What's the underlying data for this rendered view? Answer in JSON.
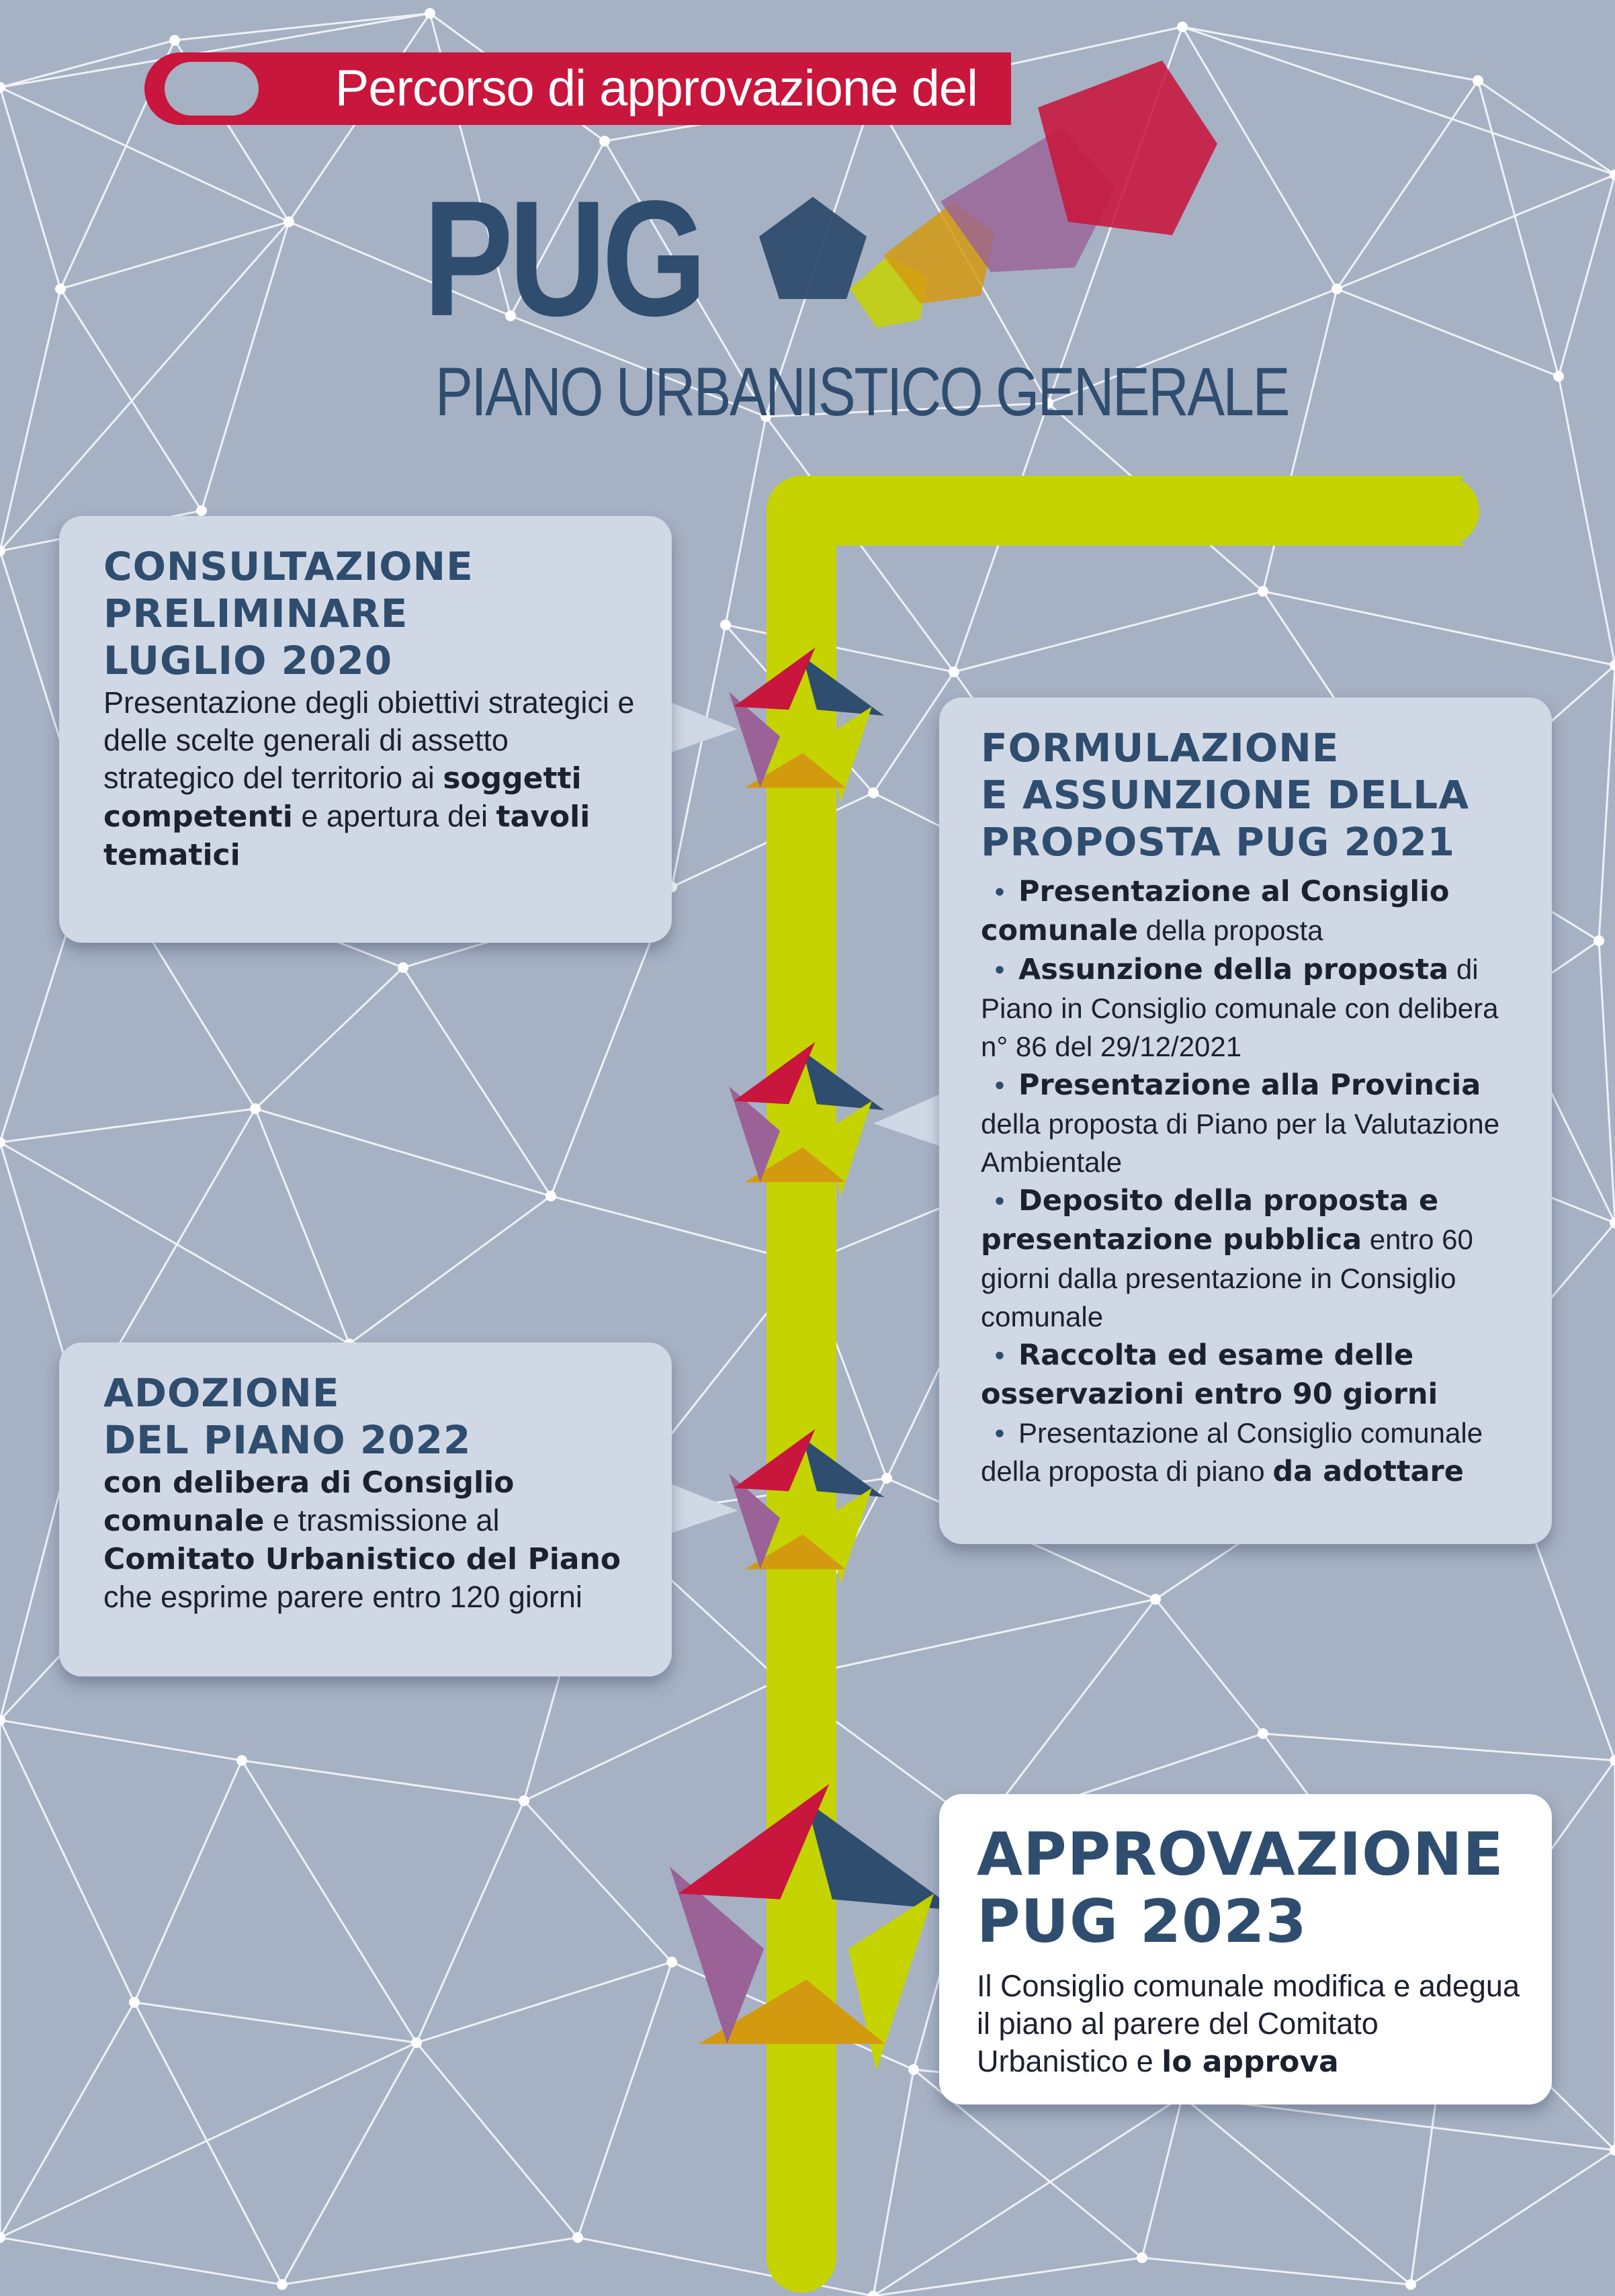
{
  "banner": {
    "text": "Percorso di approvazione del"
  },
  "logo": {
    "acronym": "PUG",
    "full_name": "PIANO URBANISTICO GENERALE"
  },
  "colors": {
    "background": "#a6b1c4",
    "navy": "#2f4d6e",
    "crimson": "#c8163c",
    "lime": "#c5d300",
    "purple": "#9a6296",
    "gold": "#d39a10",
    "card": "#d1d8e5"
  },
  "steps": [
    {
      "title": [
        "CONSULTAZIONE",
        "PRELIMINARE",
        "LUGLIO 2020"
      ],
      "body": [
        {
          "t": "Presentazione degli obiettivi strategici e delle scelte generali di assetto strategico del territorio ai "
        },
        {
          "t": "soggetti competenti",
          "b": true
        },
        {
          "t": " e apertura dei "
        },
        {
          "t": "tavoli tematici",
          "b": true
        }
      ]
    },
    {
      "title": [
        "FORMULAZIONE",
        "E ASSUNZIONE DELLA",
        "PROPOSTA PUG 2021"
      ],
      "bullets": [
        [
          {
            "t": "Presentazione al Consiglio comunale",
            "b": true
          },
          {
            "t": " della proposta"
          }
        ],
        [
          {
            "t": "Assunzione della proposta",
            "b": true
          },
          {
            "t": " di Piano in Consiglio comunale con delibera n° 86 del 29/12/2021"
          }
        ],
        [
          {
            "t": "Presentazione alla Provincia",
            "b": true
          },
          {
            "t": " della proposta di Piano per la Valutazione Ambientale"
          }
        ],
        [
          {
            "t": "Deposito della proposta e presentazione pubblica",
            "b": true
          },
          {
            "t": " entro 60 giorni dalla presentazione in Consiglio comunale"
          }
        ],
        [
          {
            "t": "Raccolta ed esame delle osservazioni entro 90 giorni",
            "b": true
          }
        ],
        [
          {
            "t": "Presentazione al Consiglio comunale della proposta di piano "
          },
          {
            "t": "da adottare",
            "b": true
          }
        ]
      ]
    },
    {
      "title": [
        "ADOZIONE",
        "DEL PIANO 2022"
      ],
      "body": [
        {
          "t": "con delibera di Consiglio comunale",
          "b": true
        },
        {
          "t": " e trasmissione al "
        },
        {
          "t": "Comitato Urbanistico del Piano",
          "b": true
        },
        {
          "t": " che esprime parere entro 120 giorni"
        }
      ]
    },
    {
      "title": [
        "APPROVAZIONE",
        "PUG 2023"
      ],
      "body": [
        {
          "t": "Il Consiglio comunale modifica e adegua il piano al parere del Comitato Urbanistico e "
        },
        {
          "t": "lo approva",
          "b": true
        }
      ]
    }
  ]
}
